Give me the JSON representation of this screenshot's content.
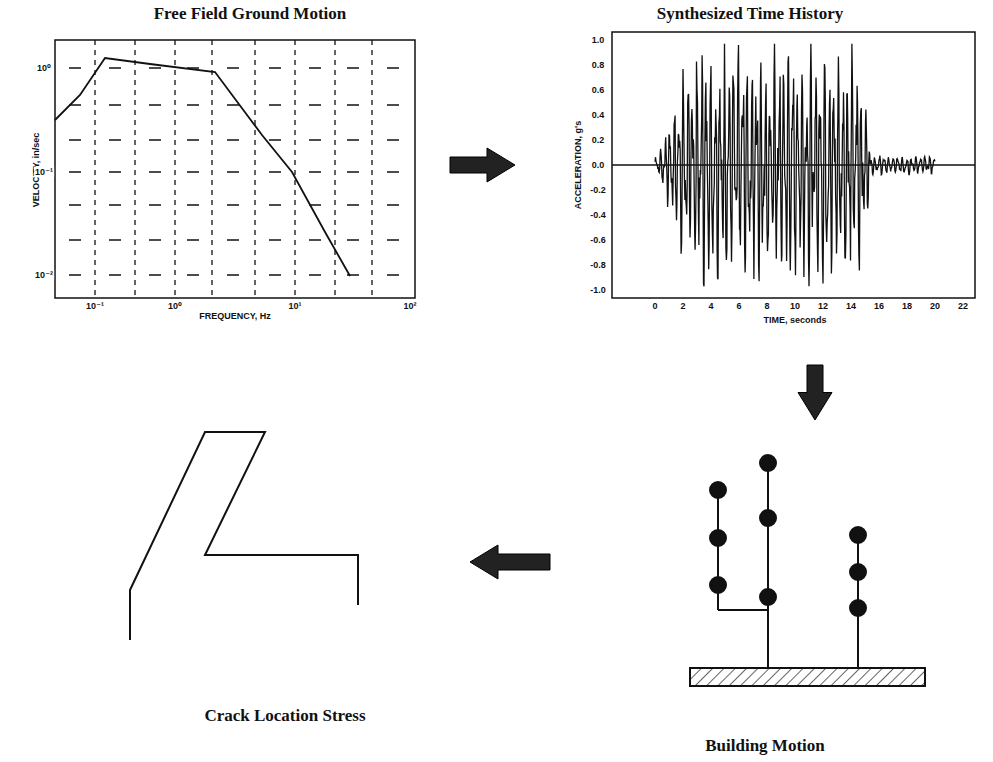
{
  "diagram": {
    "nodes": [
      {
        "text": [
          "Free Field Ground Motion"
        ]
      },
      {
        "text": [
          "Synthesized Time History"
        ]
      },
      {
        "text": [
          "Building Motion"
        ]
      },
      {
        "text": [
          "Crack Location Stress"
        ]
      }
    ],
    "edges": [
      {
        "from": 0,
        "to": 1,
        "arrow": "to"
      },
      {
        "from": 1,
        "to": 2,
        "arrow": "to"
      },
      {
        "from": 2,
        "to": 3,
        "arrow": "to"
      }
    ],
    "labels": [
      "VELOCITY, in/sec",
      "FREQUENCY, Hz",
      "10⁻¹",
      "10⁰",
      "10¹",
      "10²",
      "10⁰",
      "10⁻¹",
      "10⁻²",
      "ACCELERATION, g's",
      "TIME, seconds",
      "1.0",
      "0.8",
      "0.6",
      "0.4",
      "0.2",
      "0.0",
      "-0.2",
      "-0.4",
      "-0.6",
      "-0.8",
      "-1.0",
      "0",
      "2",
      "4",
      "6",
      "8",
      "10",
      "12",
      "14",
      "16",
      "18",
      "20",
      "22"
    ]
  }
}
